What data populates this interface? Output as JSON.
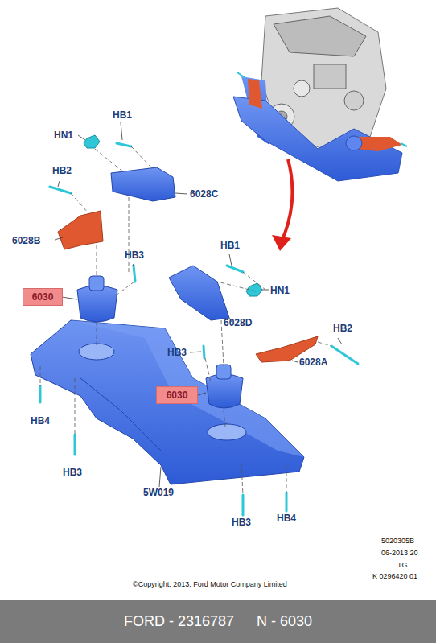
{
  "diagram": {
    "nodes": [
      {
        "text": [
          "6030"
        ]
      },
      {
        "text": [
          "6030"
        ]
      },
      {
        "text": [
          "FORD - 2316787",
          "N - 6030"
        ]
      }
    ],
    "labels": [
      "HN1",
      "HB1",
      "HB2",
      "6028C",
      "6028B",
      "HB3",
      "HB1",
      "HN1",
      "6028D",
      "HB2",
      "HB3",
      "6028A",
      "HB4",
      "HB3",
      "5W019",
      "HB3",
      "HB4",
      "5020305B",
      "06-2013 20",
      "TG",
      "K 0296420 01",
      "©Copyright, 2013, Ford Motor Company Limited"
    ]
  }
}
